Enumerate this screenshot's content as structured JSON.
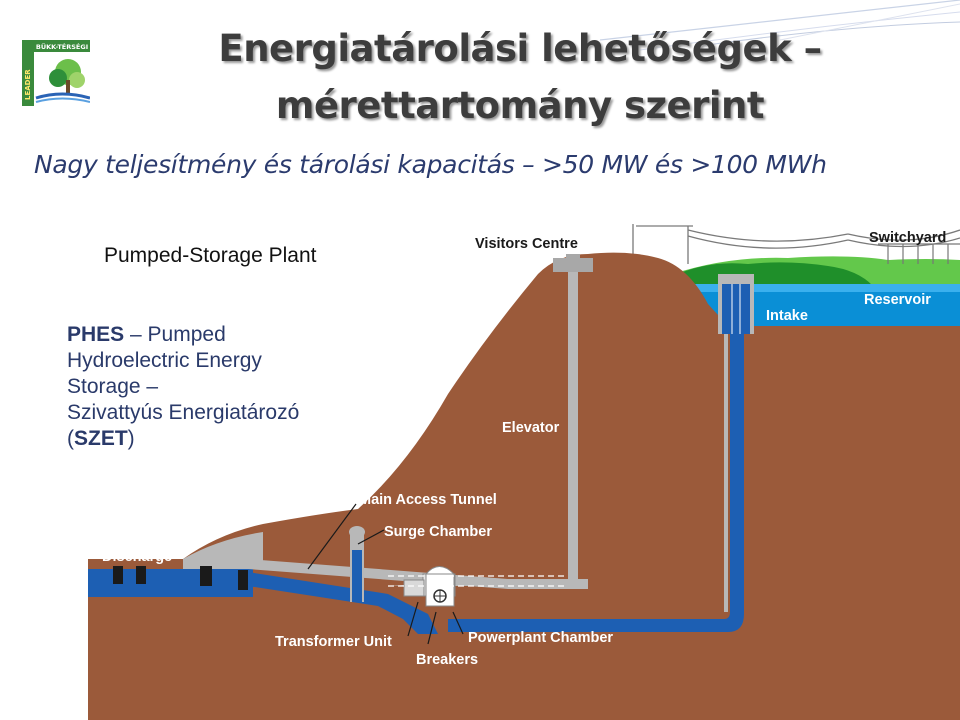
{
  "slide": {
    "title_line1": "Energiatárolási lehetőségek –",
    "title_line2": "mérettartomány szerint",
    "subtitle": "Nagy teljesítmény és tárolási kapacitás – >50 MW és >100 MWh"
  },
  "logo": {
    "text": "BÜKK-TÉRSÉGI",
    "vertical_text": "LEADER"
  },
  "diagram": {
    "title": "Pumped-Storage Plant",
    "labels": {
      "visitors_centre": "Visitors Centre",
      "switchyard": "Switchyard",
      "reservoir": "Reservoir",
      "intake": "Intake",
      "elevator": "Elevator",
      "main_access_tunnel": "Main Access Tunnel",
      "surge_chamber": "Surge Chamber",
      "discharge": "Discharge",
      "transformer_unit": "Transformer Unit",
      "powerplant_chamber": "Powerplant Chamber",
      "breakers": "Breakers"
    }
  },
  "phes": {
    "abbr": "PHES",
    "line1_rest": " – Pumped",
    "line2": "Hydroelectric Energy",
    "line3": "Storage –",
    "line4": "Szivattyús Energiatározó",
    "line5_open": "(",
    "line5_abbr": "SZET",
    "line5_close": ")"
  },
  "colors": {
    "earth": "#9b5a3a",
    "water": "#1d5fb3",
    "water_light": "#0a8fd6",
    "tunnel": "#b8b8b8",
    "grass_dark": "#1f8f2a",
    "grass_light": "#63c84b",
    "title_text": "#3d3d3d",
    "subtitle_text": "#2b3b6e",
    "phes_text": "#2a3a6a"
  }
}
